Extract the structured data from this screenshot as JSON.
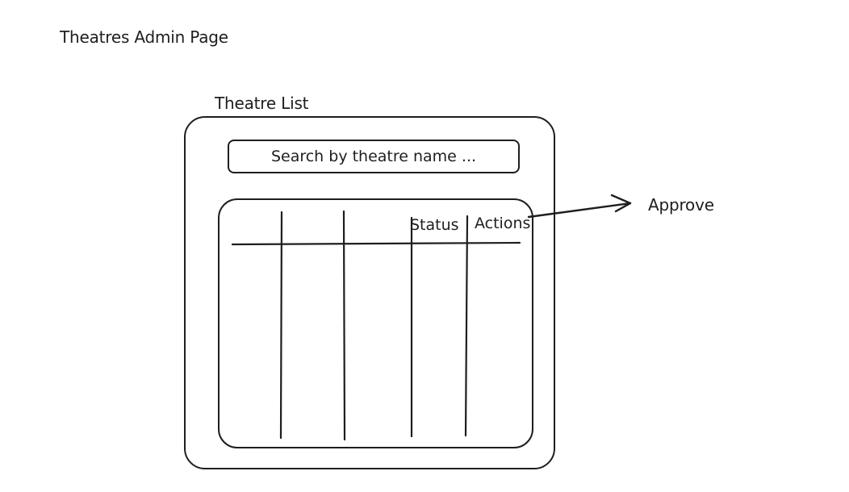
{
  "page": {
    "title": "Theatres Admin Page"
  },
  "theatre_list": {
    "title": "Theatre List",
    "search": {
      "placeholder": "Search by theatre name ..."
    },
    "table": {
      "column_headers": [
        "Status",
        "Actions"
      ]
    }
  },
  "annotation": {
    "approve_label": "Approve"
  }
}
